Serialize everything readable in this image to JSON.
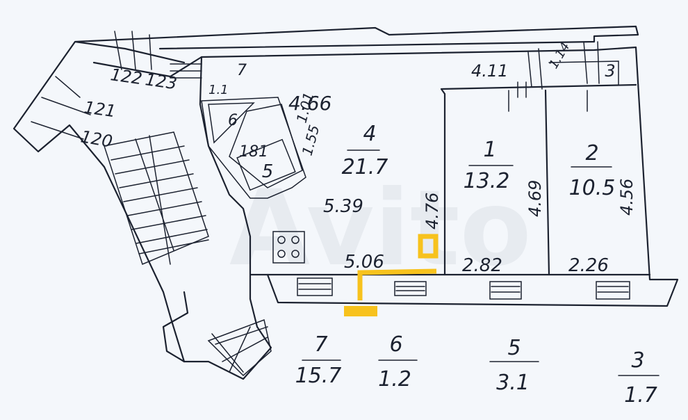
{
  "stair_numbers": [
    "122",
    "123",
    "121",
    "120"
  ],
  "rooms": {
    "corridor": {
      "label": "4",
      "area": "21.7"
    },
    "room1": {
      "label": "1",
      "area": "13.2"
    },
    "room2": {
      "label": "2",
      "area": "10.5"
    },
    "bath": {
      "label": "5",
      "area_mark": "181"
    },
    "wc": {
      "label": "6",
      "top": "7"
    },
    "closet": {
      "label": "3"
    }
  },
  "dimensions": {
    "d_466": "4.66",
    "d_411": "4.11",
    "d_539": "5.39",
    "d_476": "4.76",
    "d_506": "5.06",
    "d_282": "2.82",
    "d_226": "2.26",
    "d_469": "4.69",
    "d_456": "4.56",
    "d_101": "1.01",
    "d_155": "1.55",
    "d_114": "1.14",
    "d_11": "1.1"
  },
  "legend": [
    {
      "number": "7",
      "area": "15.7"
    },
    {
      "number": "6",
      "area": "1.2"
    },
    {
      "number": "5",
      "area": "3.1"
    },
    {
      "number": "3",
      "area": "1.7"
    }
  ],
  "watermark": "Avito",
  "colors": {
    "ink": "#1c2230",
    "highlight": "#f7c21d",
    "paper": "#f4f7fb"
  }
}
